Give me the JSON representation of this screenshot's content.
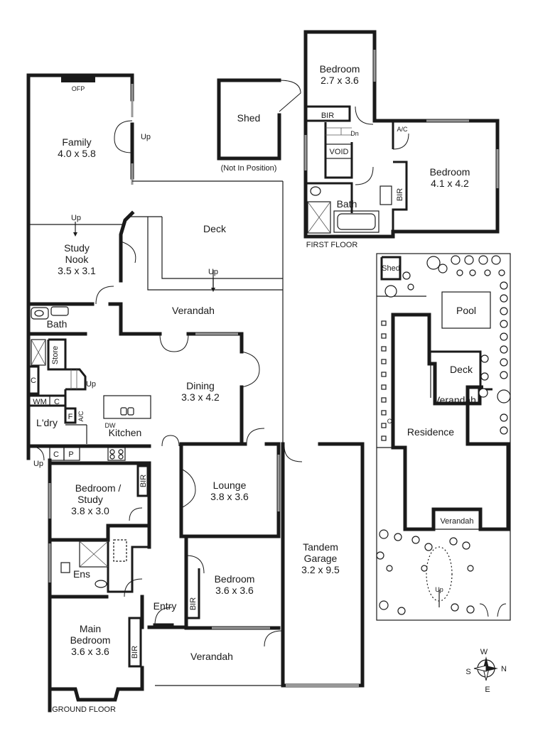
{
  "ground": {
    "caption": "GROUND FLOOR",
    "family": {
      "name": "Family",
      "size": "4.0 x 5.8"
    },
    "ofp": "OFP",
    "study": {
      "l1": "Study",
      "l2": "Nook",
      "size": "3.5 x 3.1"
    },
    "deck": "Deck",
    "verandah_rear": "Verandah",
    "bath": "Bath",
    "store": "Store",
    "c1": "C",
    "c2": "C",
    "c3": "C",
    "wm": "WM",
    "f": "F",
    "ac": "A/C",
    "laundry": "L'dry",
    "p": "P",
    "dw": "DW",
    "kitchen": "Kitchen",
    "dining": {
      "name": "Dining",
      "size": "3.3 x 4.2"
    },
    "lounge": {
      "name": "Lounge",
      "size": "3.8 x 3.6"
    },
    "bedroom_study": {
      "l1": "Bedroom /",
      "l2": "Study",
      "size": "3.8 x 3.0"
    },
    "bir1": "BIR",
    "ens": "Ens",
    "bedroom3": {
      "name": "Bedroom",
      "size": "3.6 x 3.6"
    },
    "bir2": "BIR",
    "entry": "Entry",
    "main_bedroom": {
      "l1": "Main",
      "l2": "Bedroom",
      "size": "3.6 x 3.6"
    },
    "bir3": "BIR",
    "verandah_front": "Verandah",
    "garage": {
      "l1": "Tandem",
      "l2": "Garage",
      "size": "3.2 x 9.5"
    },
    "up": "Up"
  },
  "shed": {
    "name": "Shed",
    "note": "(Not In Position)"
  },
  "first": {
    "caption": "FIRST FLOOR",
    "bedroom1": {
      "name": "Bedroom",
      "size": "2.7 x 3.6"
    },
    "bir": "BIR",
    "dn": "Dn",
    "void": "VOID",
    "ac": "A/C",
    "bath": "Bath",
    "bir2": "BIR",
    "bedroom2": {
      "name": "Bedroom",
      "size": "4.1 x 4.2"
    }
  },
  "site": {
    "shed": "Shed",
    "pool": "Pool",
    "deck": "Deck",
    "verandah_rear": "Verandah",
    "c": "C",
    "residence": "Residence",
    "verandah_front": "Verandah",
    "up": "Up"
  },
  "compass": {
    "n": "N",
    "s": "S",
    "e": "E",
    "w": "W"
  }
}
